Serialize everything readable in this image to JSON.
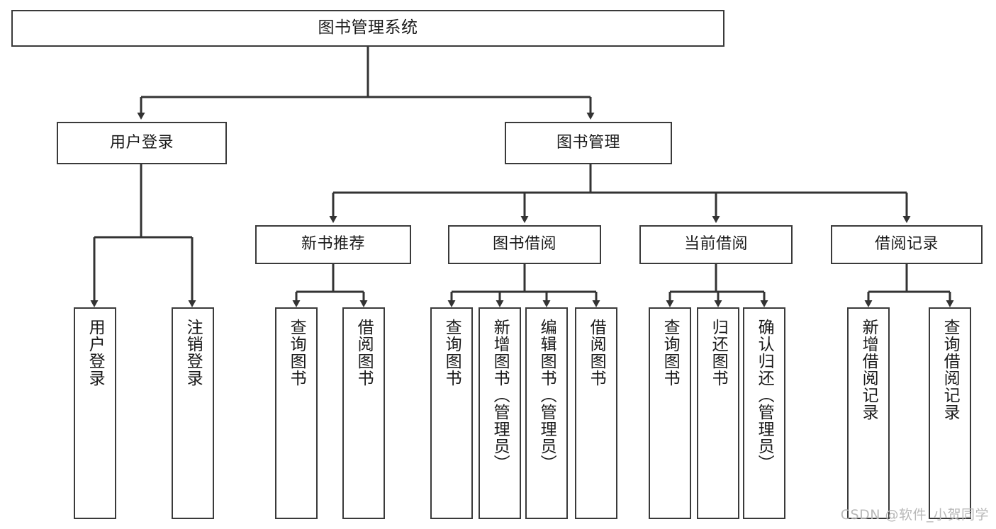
{
  "diagram": {
    "title": "图书管理系统",
    "watermark": "CSDN @软件_小贺同学",
    "colors": {
      "background": "#ffffff",
      "node_border": "#3a3a3a",
      "node_fill": "#ffffff",
      "edge": "#333333",
      "text": "#1a1a1a",
      "watermark": "#b8b8b8"
    },
    "nodes": {
      "root": {
        "label": "图书管理系统"
      },
      "level1": [
        {
          "label": "用户登录"
        },
        {
          "label": "图书管理"
        }
      ],
      "level2": [
        {
          "label": "新书推荐"
        },
        {
          "label": "图书借阅"
        },
        {
          "label": "当前借阅"
        },
        {
          "label": "借阅记录"
        }
      ],
      "leaves": {
        "user_login": [
          {
            "label": "用户登录"
          },
          {
            "label": "注销登录"
          }
        ],
        "new_book_recommend": [
          {
            "label": "查询图书"
          },
          {
            "label": "借阅图书"
          }
        ],
        "book_borrow": [
          {
            "label": "查询图书"
          },
          {
            "label": "新增图书（管理员）"
          },
          {
            "label": "编辑图书（管理员）"
          },
          {
            "label": "借阅图书"
          }
        ],
        "current_borrow": [
          {
            "label": "查询图书"
          },
          {
            "label": "归还图书"
          },
          {
            "label": "确认归还（管理员）"
          }
        ],
        "borrow_record": [
          {
            "label": "新增借阅记录"
          },
          {
            "label": "查询借阅记录"
          }
        ]
      }
    }
  }
}
